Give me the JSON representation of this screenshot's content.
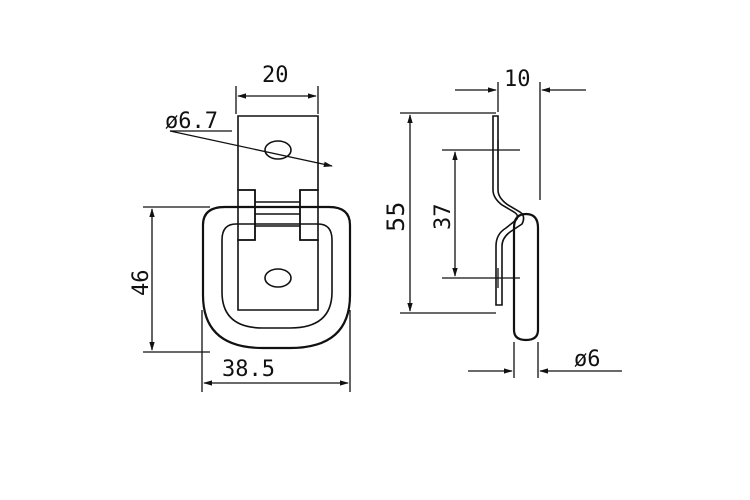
{
  "dimensions": {
    "top_width": "20",
    "hole_diameter": "ø6.7",
    "ring_height": "46",
    "ring_width": "38.5",
    "overall_height": "55",
    "hole_spacing": "37",
    "side_depth": "10",
    "ring_diameter": "ø6"
  }
}
